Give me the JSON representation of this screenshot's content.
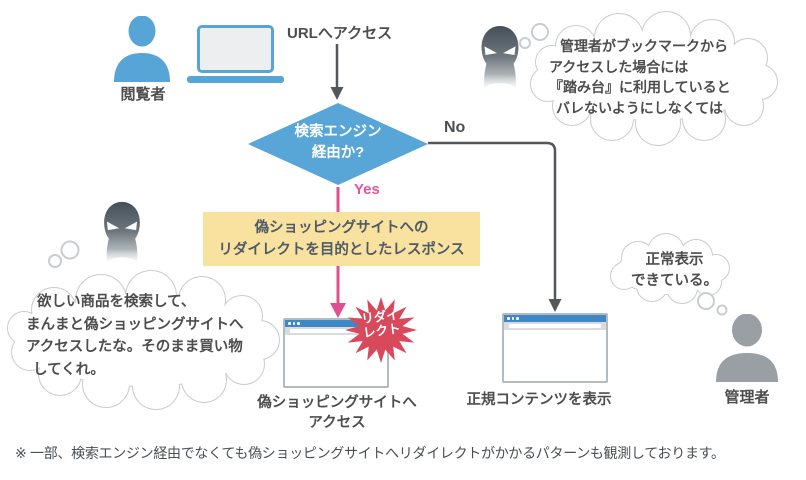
{
  "diagram": {
    "viewer_label": "閲覧者",
    "url_access": "URLへアクセス",
    "decision": {
      "line1": "検索エンジン",
      "line2": "経由か?"
    },
    "branch_no": "No",
    "branch_yes": "Yes",
    "response_box": {
      "line1": "偽ショッピングサイトへの",
      "line2": "リダイレクトを目的としたレスポンス"
    },
    "redirect_burst": {
      "line1": "リダイ",
      "line2": "レクト"
    },
    "fake_site_label": {
      "line1": "偽ショッピングサイトへ",
      "line2": "アクセス"
    },
    "legit_site_label": "正規コンテンツを表示",
    "admin_label": "管理者",
    "footnote": "※ 一部、検索エンジン経由でなくても偽ショッピングサイトへリダイレクトがかかるパターンも観測しております。"
  },
  "bubbles": {
    "attacker_plan": {
      "line1": "管理者がブックマークから",
      "line2": "アクセスした場合には",
      "line3": "『踏み台』に利用していると",
      "line4": "バレないようにしなくては"
    },
    "attacker_gloat": {
      "line1": "欲しい商品を検索して、",
      "line2": "まんまと偽ショッピングサイトへ",
      "line3": "アクセスしたな。そのまま買い物",
      "line4": "してくれ。"
    },
    "admin_thought": {
      "line1": "正常表示",
      "line2": "できている。"
    }
  },
  "colors": {
    "blue": "#57A4D7",
    "diamond_blue": "#58A5D8",
    "titlebar_blue": "#3F88C5",
    "yellow": "#F9E2A0",
    "pink": "#E0508F",
    "burst_red": "#D9495C",
    "arrow_gray": "#53575B",
    "admin_gray": "#999FA4",
    "bubble_outline": "#C9CDCF"
  }
}
